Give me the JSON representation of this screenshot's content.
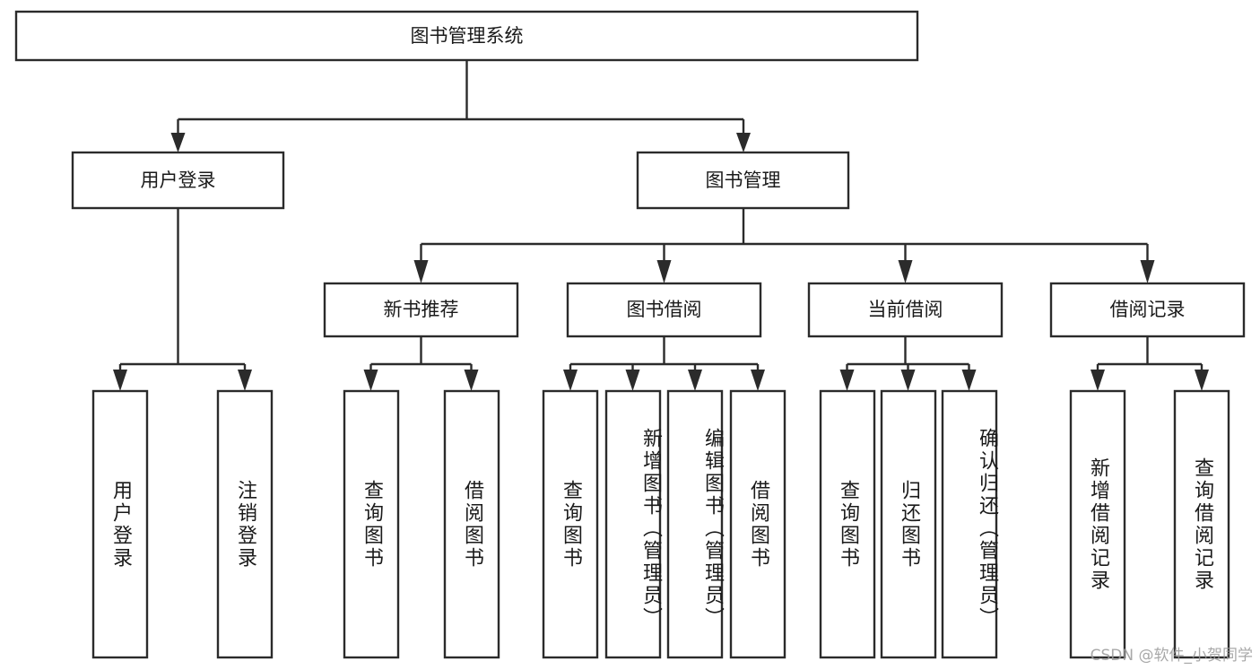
{
  "diagram": {
    "title": "图书管理系统",
    "type": "hierarchy-tree",
    "watermark": "CSDN @软件_小贺同学",
    "colors": {
      "box_fill": "#ffffff",
      "box_stroke": "#2b2b2b",
      "text": "#1a1a1a",
      "background": "#ffffff",
      "watermark": "#9a9a9a"
    },
    "levels": {
      "root": {
        "label": "图书管理系统"
      },
      "level2": [
        {
          "label": "用户登录"
        },
        {
          "label": "图书管理"
        }
      ],
      "level3": [
        {
          "label": "新书推荐"
        },
        {
          "label": "图书借阅"
        },
        {
          "label": "当前借阅"
        },
        {
          "label": "借阅记录"
        }
      ],
      "leaves": [
        {
          "label": "用户登录",
          "parent": "用户登录"
        },
        {
          "label": "注销登录",
          "parent": "用户登录"
        },
        {
          "label": "查询图书",
          "parent": "新书推荐"
        },
        {
          "label": "借阅图书",
          "parent": "新书推荐"
        },
        {
          "label": "查询图书",
          "parent": "图书借阅"
        },
        {
          "label": "新增图书（管理员）",
          "parent": "图书借阅"
        },
        {
          "label": "编辑图书（管理员）",
          "parent": "图书借阅"
        },
        {
          "label": "借阅图书",
          "parent": "图书借阅"
        },
        {
          "label": "查询图书",
          "parent": "当前借阅"
        },
        {
          "label": "归还图书",
          "parent": "当前借阅"
        },
        {
          "label": "确认归还（管理员）",
          "parent": "当前借阅"
        },
        {
          "label": "新增借阅记录",
          "parent": "借阅记录"
        },
        {
          "label": "查询借阅记录",
          "parent": "借阅记录"
        }
      ]
    }
  }
}
